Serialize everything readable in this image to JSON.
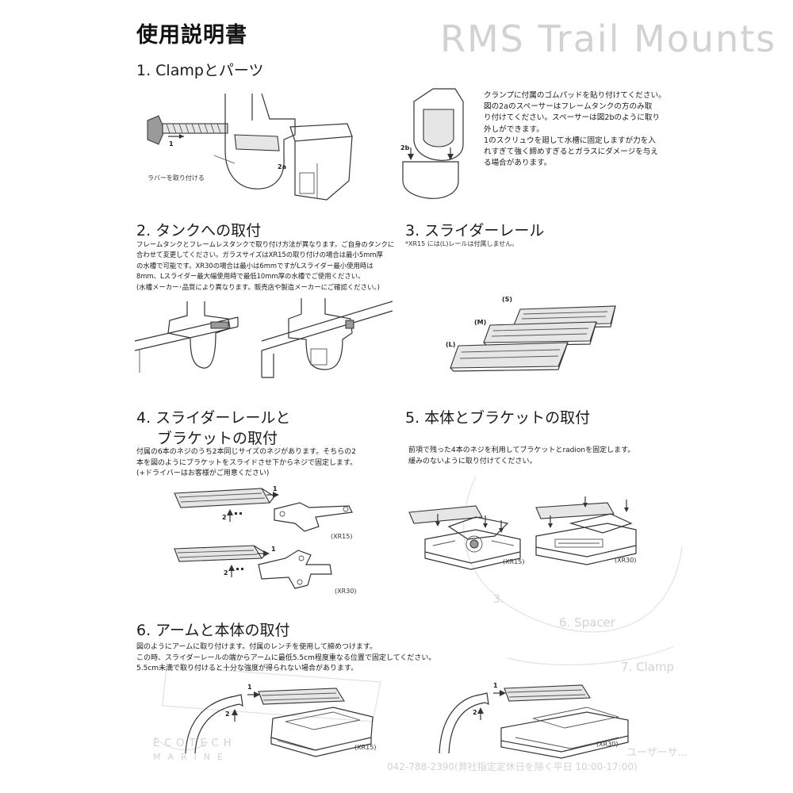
{
  "document": {
    "title": "使用説明書"
  },
  "background": {
    "ghost_heading": "RMS Trail Mounts",
    "spacer_label": "6. Spacer",
    "clamp_label": "7. Clamp",
    "small_number": "3.",
    "brand_top": "ECOTECH",
    "brand_bottom": "MARINE",
    "contact_label": "ユーザーサ...",
    "contact_phone": "042-788-2390(弊社指定定休日を除く平日 10:00-17:00)"
  },
  "sections": {
    "s1": {
      "title": "1. Clampとパーツ",
      "text": "クランプに付属のゴムパッドを貼り付けてください。\n図の2aのスペーサーはフレームタンクの方のみ取\nり付けてください。スペーサーは図2bのように取り\n外しができます。\n1のスクリュウを廻して水槽に固定しますが力を入\nれすぎて強く締めすぎるとガラスにダメージを与え\nる場合があります。",
      "label_rubber": "ラバーを取り付ける",
      "label_1": "1",
      "label_2a": "2a",
      "label_2b": "2b"
    },
    "s2": {
      "title": "2. タンクへの取付",
      "text": "フレームタンクとフレームレスタンクで取り付け方法が異なります。ご自身のタンクに\n合わせて変更してください。ガラスサイズはXR15の取り付けの場合は最小5mm厚\nの水槽で可能です。XR30の場合は最小は6mmですがLスライダー最小使用時は\n8mm、Lスライダー最大幅使用時で最低10mm厚の水槽でご使用ください。\n(水槽メーカー･品質により異なります。販売店や製造メーカーにご確認ください。)"
    },
    "s3": {
      "title": "3. スライダーレール",
      "note": "*XR15 には(L)レールは付属しません。",
      "rails": [
        "(S)",
        "(M)",
        "(L)"
      ]
    },
    "s4": {
      "title_line1": "4. スライダーレールと",
      "title_line2": "ブラケットの取付",
      "text": "付属の6本のネジのうち2本同じサイズのネジがあります。そちらの2\n本を図のようにブラケットをスライドさせ下からネジで固定します。\n(+ドライバーはお客様がご用意ください)",
      "label_xr15": "(XR15)",
      "label_xr30": "(XR30)",
      "label_1": "1",
      "label_2": "2"
    },
    "s5": {
      "title": "5. 本体とブラケットの取付",
      "text": "前項で残った4本のネジを利用してブラケットとradionを固定します。\n緩みのないように取り付けてください。",
      "label_xr15": "(XR15)",
      "label_xr30": "(XR30)"
    },
    "s6": {
      "title": "6. アームと本体の取付",
      "text": "図のようにアームに取り付けます。付属のレンチを使用して締めつけます。\nこの時、スライダーレールの端からアームに最低5.5cm程度重なる位置で固定してください。\n5.5cm未満で取り付けると十分な強度が得られない場合があります。",
      "label_xr15": "(XR15)",
      "label_xr30": "(XR30)",
      "label_1": "1",
      "label_2": "2"
    }
  }
}
